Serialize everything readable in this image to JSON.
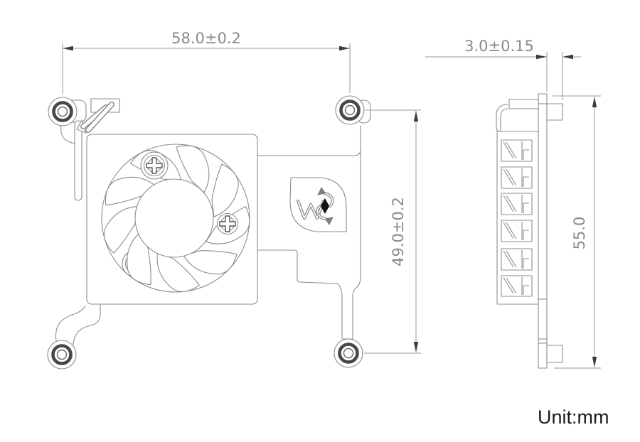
{
  "drawing": {
    "type": "technical-dimension-drawing",
    "views": [
      "front-view-fan-heatsink-plate",
      "side-profile-view"
    ]
  },
  "dimensions": {
    "front_width": "58.0±0.2",
    "front_height": "49.0±0.2",
    "side_thickness": "3.0±0.15",
    "side_height": "55.0"
  },
  "unit_label": "Unit:mm",
  "icons": {
    "logo": "waveshare-leaf-logo-icon",
    "screws": "phillips-screw-icon",
    "holes": "mounting-hole-pad"
  },
  "colors": {
    "line": "#8c8c8c",
    "dim_text": "#8a8a8a",
    "arrow": "#3d3d3d",
    "ring_dark": "#474747",
    "unit_text": "#1b1b1b",
    "background": "#ffffff"
  }
}
